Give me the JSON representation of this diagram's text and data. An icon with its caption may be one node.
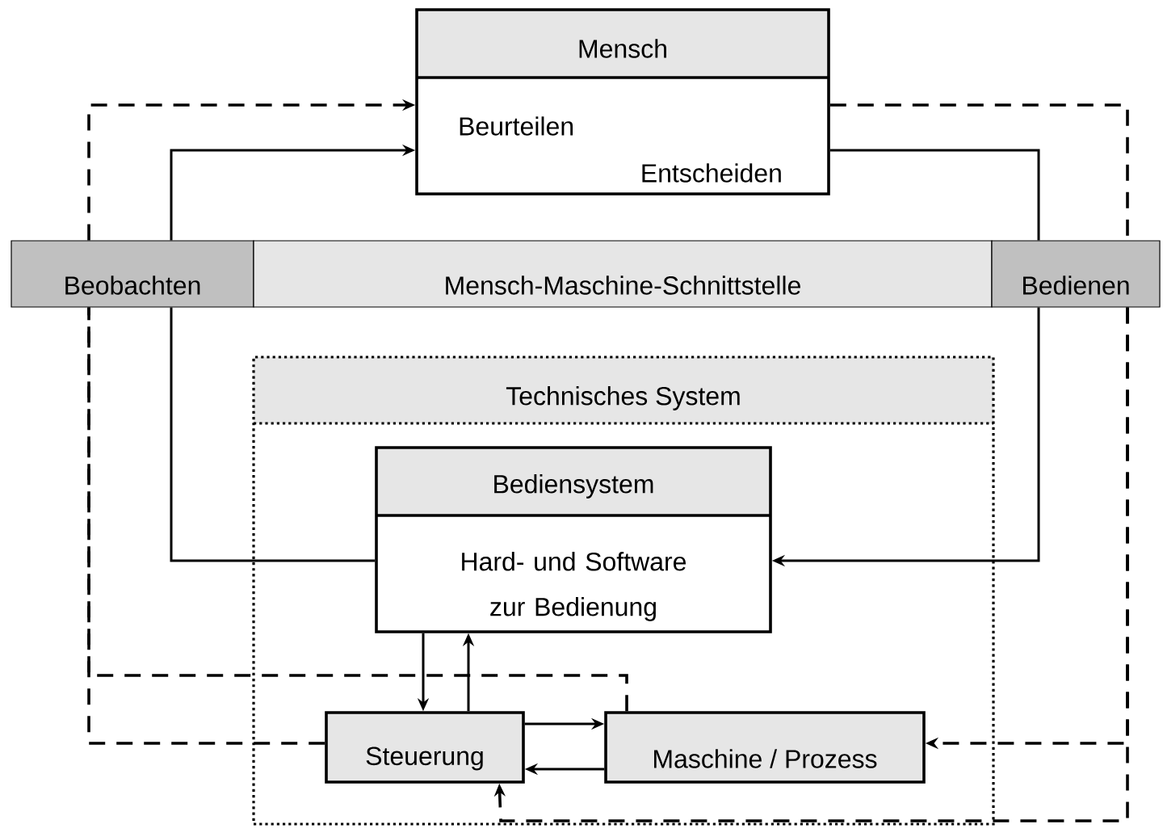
{
  "diagram": {
    "nodes": [
      {
        "text": [
          "Mensch",
          "Beurteilen",
          "Entscheiden"
        ]
      },
      {
        "text": [
          "Beobachten"
        ]
      },
      {
        "text": [
          "Mensch-Maschine-Schnittstelle"
        ]
      },
      {
        "text": [
          "Bedienen"
        ]
      },
      {
        "text": [
          "Technisches System"
        ]
      },
      {
        "text": [
          "Bediensystem",
          "Hard- und Software zur Bedienung"
        ],
        "in": 4
      },
      {
        "text": [
          "Steuerung"
        ],
        "in": 4
      },
      {
        "text": [
          "Maschine / Prozess"
        ],
        "in": 4
      }
    ],
    "edges": [
      {
        "from": 5,
        "to": 1,
        "arrow": "none"
      },
      {
        "from": 1,
        "to": 0,
        "arrow": "to"
      },
      {
        "from": 0,
        "to": 3,
        "arrow": "none"
      },
      {
        "from": 3,
        "to": 5,
        "arrow": "to"
      },
      {
        "from": 6,
        "to": 1,
        "arrow": "none",
        "style": "dashed"
      },
      {
        "from": 7,
        "to": 1,
        "arrow": "none",
        "style": "dashed"
      },
      {
        "from": 1,
        "to": 0,
        "arrow": "to",
        "style": "dashed"
      },
      {
        "from": 0,
        "to": 3,
        "arrow": "none",
        "style": "dashed"
      },
      {
        "from": 3,
        "to": 6,
        "arrow": "to",
        "style": "dashed"
      },
      {
        "from": 3,
        "to": 7,
        "arrow": "to",
        "style": "dashed"
      },
      {
        "from": 5,
        "to": 6,
        "arrow": "to"
      },
      {
        "from": 6,
        "to": 5,
        "arrow": "to"
      },
      {
        "from": 6,
        "to": 7,
        "arrow": "to"
      },
      {
        "from": 7,
        "to": 6,
        "arrow": "to"
      }
    ]
  }
}
